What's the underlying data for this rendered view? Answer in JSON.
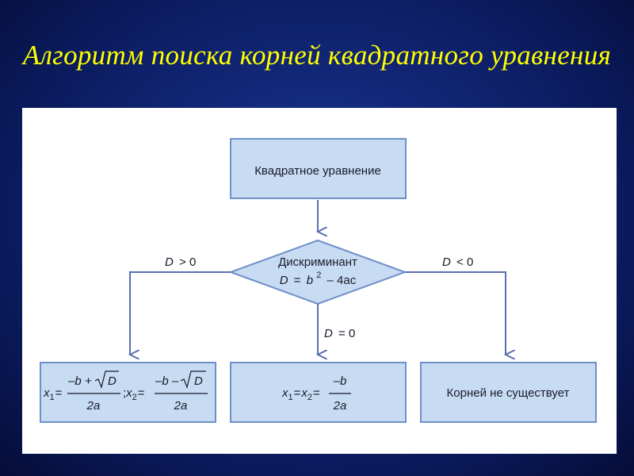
{
  "slide": {
    "title": "Алгоритм поиска корней квадратного уравнения",
    "colors": {
      "background": "#13287a",
      "title": "#ffff00",
      "node_fill": "#c7dcf3",
      "node_stroke": "#6f8fc8",
      "edge": "#5a6fb0"
    }
  },
  "flowchart": {
    "start": {
      "label": "Квадратное уравнение"
    },
    "decision": {
      "line1": "Дискриминант",
      "var": "D",
      "eq": "=",
      "base": "b",
      "exp": "2",
      "rest": "– 4ac"
    },
    "branches": {
      "left": {
        "cond_var": "D",
        "cond_rest": "> 0"
      },
      "middle": {
        "cond_var": "D",
        "cond_rest": "= 0"
      },
      "right": {
        "cond_var": "D",
        "cond_rest": "< 0"
      }
    },
    "outcomes": {
      "two_roots": {
        "x": "x",
        "sub1": "1",
        "sub2": "2",
        "eq": "=",
        "num1_a": "–b +",
        "num2_a": "–b –",
        "sqrt_arg": "D",
        "den": "2a",
        "sep": ";"
      },
      "one_root": {
        "x": "x",
        "sub1": "1",
        "sub2": "2",
        "eq": "=",
        "num": "–b",
        "den": "2a"
      },
      "no_roots": {
        "label": "Корней не существует"
      }
    }
  }
}
